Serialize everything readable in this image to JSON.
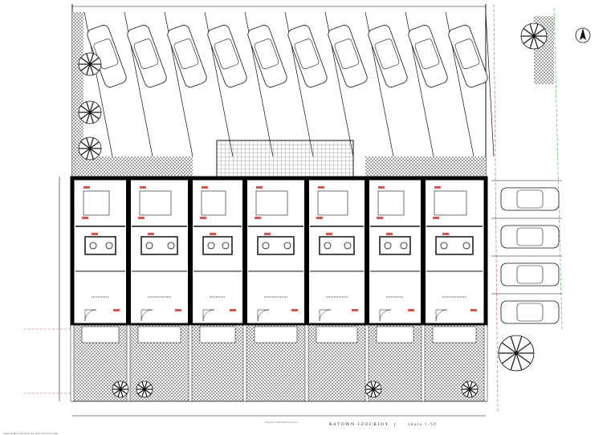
{
  "drawing": {
    "title": "KATOWN IZOCKIOY",
    "separator": "|",
    "scale": "skala 1:50",
    "footnote": "legenda ◆ oznaczenia wg opisu technicznego",
    "caption": "długość całkowita budynku"
  },
  "colors": {
    "line": "#111111",
    "wall": "#000000",
    "door_marker": "#d9534f",
    "boundary_red": "#d9534f",
    "boundary_green": "#3cb44b",
    "hatch": "#444444"
  },
  "icons": [
    "car-icon",
    "tree-icon",
    "north-arrow-icon",
    "door-swing-icon"
  ]
}
